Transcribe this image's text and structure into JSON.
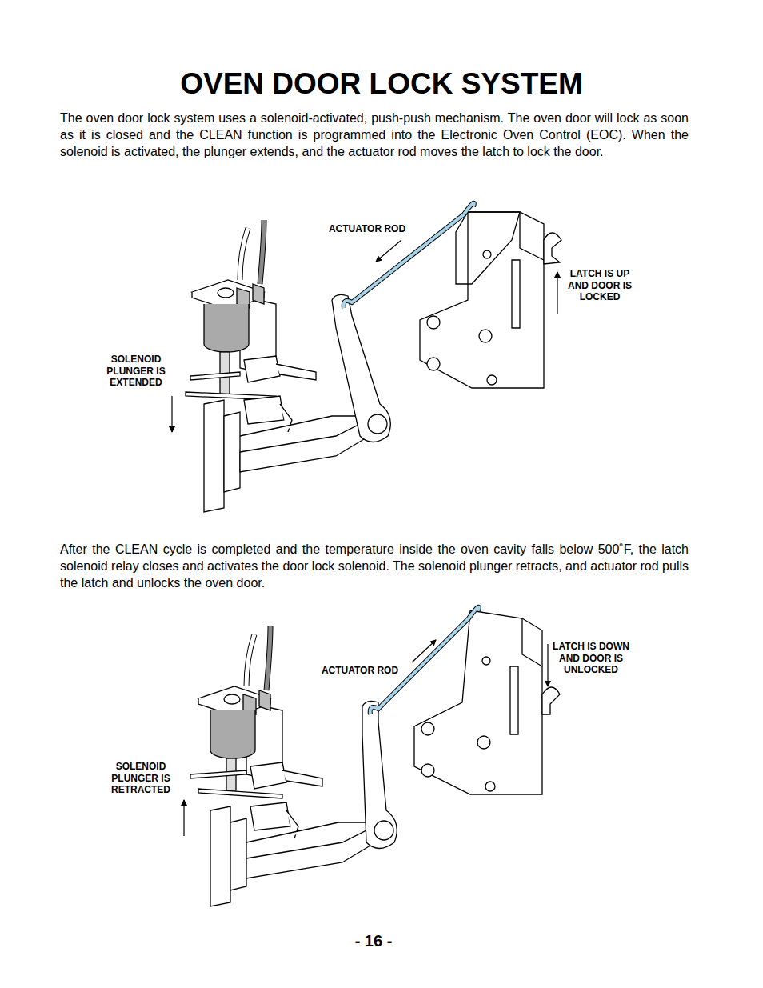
{
  "diagram": {
    "title": "OVEN DOOR LOCK SYSTEM",
    "labels": [
      "The oven door lock system uses a solenoid-activated, push-push mechanism. The oven door will lock as soon as it is closed and the CLEAN function is programmed into the Electronic Oven Control (EOC). When the solenoid is activated, the plunger extends, and the actuator rod moves the latch to lock the door.",
      "ACTUATOR ROD",
      "LATCH IS UP AND DOOR IS LOCKED",
      "SOLENOID PLUNGER IS EXTENDED",
      "After the CLEAN cycle is completed and the temperature inside the oven cavity falls below 500˚F, the latch solenoid relay closes and activates the door lock solenoid. The solenoid plunger retracts, and actuator rod pulls the latch and unlocks the oven door.",
      "ACTUATOR ROD",
      "LATCH IS DOWN AND DOOR IS UNLOCKED",
      "SOLENOID PLUNGER IS RETRACTED",
      "- 16 -"
    ]
  }
}
